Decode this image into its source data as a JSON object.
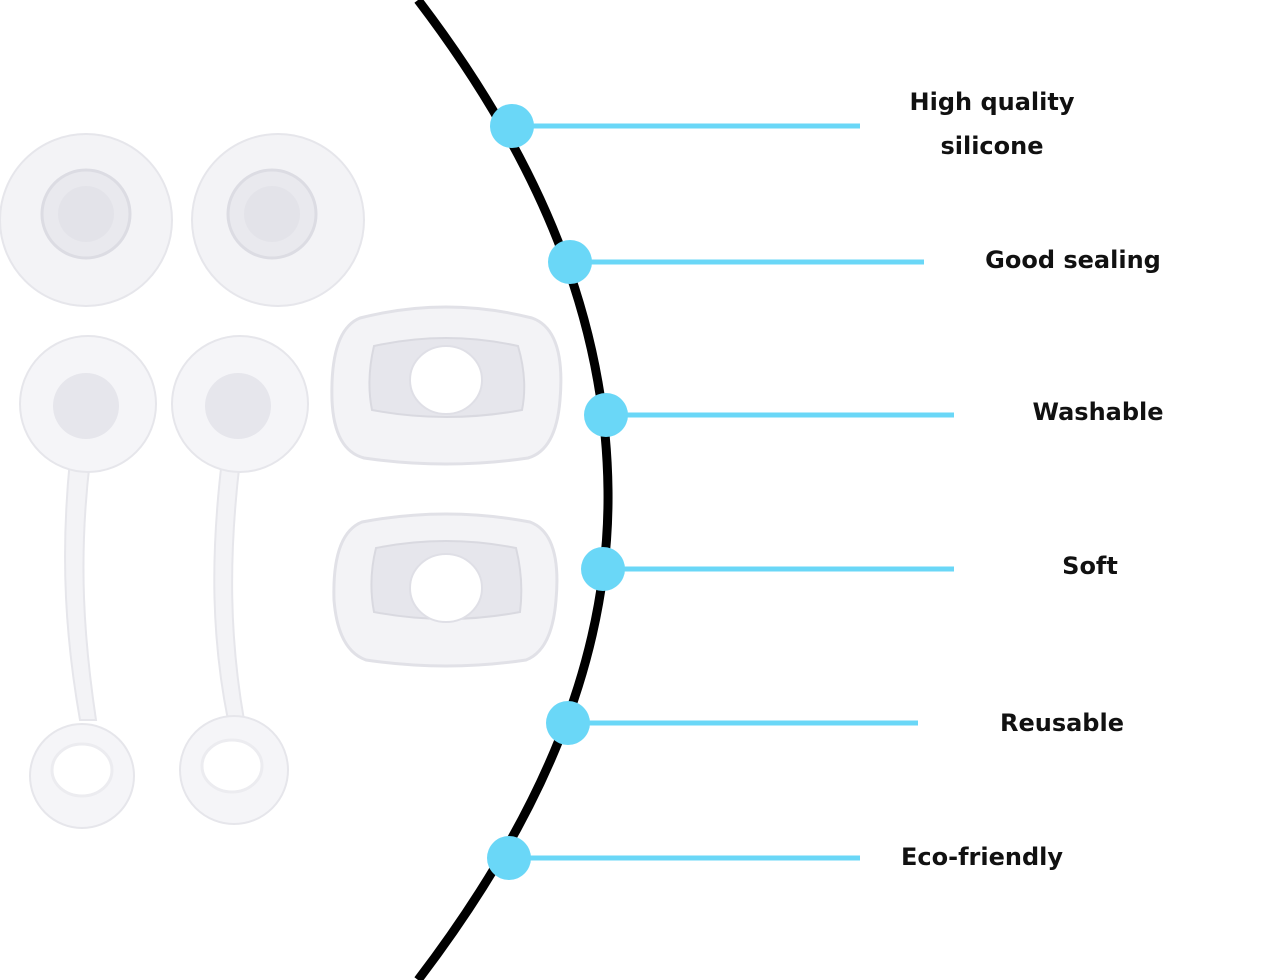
{
  "colors": {
    "background": "#ffffff",
    "arc": "#000000",
    "accent": "#6ad7f7",
    "silicone": "#f6f6f8",
    "silicone_shade": "#e4e4ea",
    "label_text": "#111111"
  },
  "features": [
    {
      "id": "high-quality-silicone",
      "lines": [
        "High quality",
        "silicone"
      ]
    },
    {
      "id": "good-sealing",
      "lines": [
        "Good sealing"
      ]
    },
    {
      "id": "washable",
      "lines": [
        "Washable"
      ]
    },
    {
      "id": "soft",
      "lines": [
        "Soft"
      ]
    },
    {
      "id": "reusable",
      "lines": [
        "Reusable"
      ]
    },
    {
      "id": "eco-friendly",
      "lines": [
        "Eco-friendly"
      ]
    }
  ],
  "product_parts": [
    {
      "kind": "round-plug",
      "icon": "round-plug-icon"
    },
    {
      "kind": "round-plug",
      "icon": "round-plug-icon"
    },
    {
      "kind": "tethered-stopper",
      "icon": "tethered-stopper-icon"
    },
    {
      "kind": "tethered-stopper",
      "icon": "tethered-stopper-icon"
    },
    {
      "kind": "square-gasket",
      "icon": "square-gasket-icon"
    },
    {
      "kind": "square-gasket",
      "icon": "square-gasket-icon"
    }
  ]
}
